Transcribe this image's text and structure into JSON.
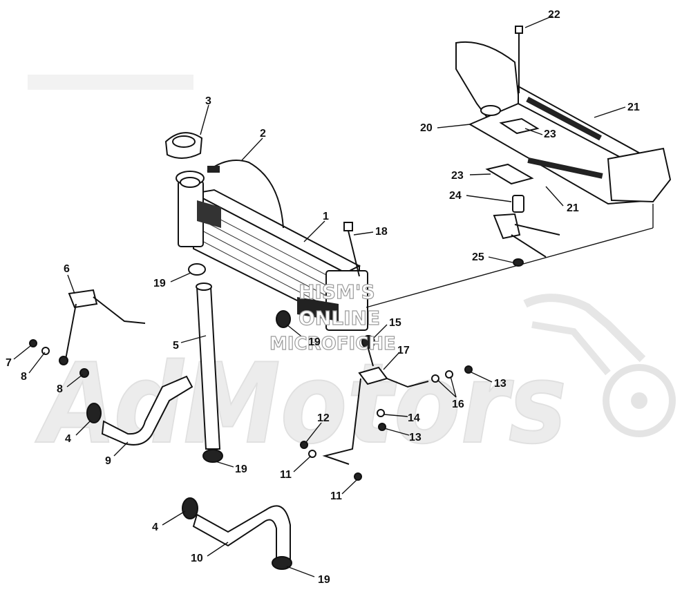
{
  "watermark": {
    "line1": "HISM'S",
    "line2": "ONLINE",
    "line3": "MICROFICHE",
    "brand": "AdMotors"
  },
  "callouts": [
    {
      "id": "c1",
      "text": "1"
    },
    {
      "id": "c2",
      "text": "2"
    },
    {
      "id": "c3",
      "text": "3"
    },
    {
      "id": "c4a",
      "text": "4"
    },
    {
      "id": "c4b",
      "text": "4"
    },
    {
      "id": "c5",
      "text": "5"
    },
    {
      "id": "c6",
      "text": "6"
    },
    {
      "id": "c7",
      "text": "7"
    },
    {
      "id": "c8a",
      "text": "8"
    },
    {
      "id": "c8b",
      "text": "8"
    },
    {
      "id": "c9",
      "text": "9"
    },
    {
      "id": "c10",
      "text": "10"
    },
    {
      "id": "c11a",
      "text": "11"
    },
    {
      "id": "c11b",
      "text": "11"
    },
    {
      "id": "c12",
      "text": "12"
    },
    {
      "id": "c13a",
      "text": "13"
    },
    {
      "id": "c13b",
      "text": "13"
    },
    {
      "id": "c14",
      "text": "14"
    },
    {
      "id": "c15",
      "text": "15"
    },
    {
      "id": "c16",
      "text": "16"
    },
    {
      "id": "c17",
      "text": "17"
    },
    {
      "id": "c18",
      "text": "18"
    },
    {
      "id": "c19a",
      "text": "19"
    },
    {
      "id": "c19b",
      "text": "19"
    },
    {
      "id": "c19c",
      "text": "19"
    },
    {
      "id": "c19d",
      "text": "19"
    },
    {
      "id": "c20",
      "text": "20"
    },
    {
      "id": "c21a",
      "text": "21"
    },
    {
      "id": "c21b",
      "text": "21"
    },
    {
      "id": "c22",
      "text": "22"
    },
    {
      "id": "c23a",
      "text": "23"
    },
    {
      "id": "c23b",
      "text": "23"
    },
    {
      "id": "c24",
      "text": "24"
    },
    {
      "id": "c25",
      "text": "25"
    }
  ]
}
